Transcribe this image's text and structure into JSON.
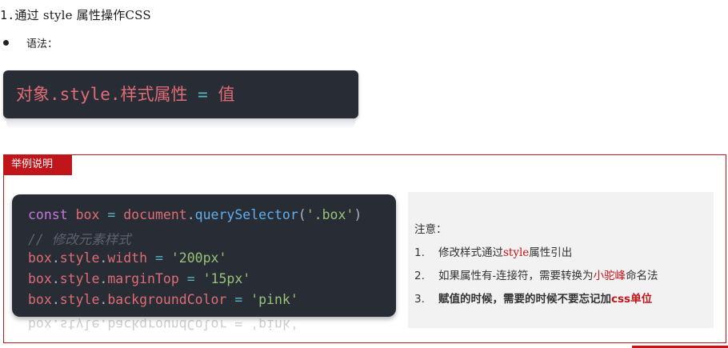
{
  "heading": {
    "number": "1.",
    "text": "通过 style 属性操作CSS"
  },
  "syntax_label": "语法：",
  "syntax": {
    "obj": "对象",
    "dot1": ".",
    "style": "style",
    "dot2": ".",
    "prop": "样式属性",
    "assign": " = ",
    "value": "值"
  },
  "example_tag": "举例说明",
  "code": {
    "line1": {
      "kw": "const",
      "var": " box",
      "op": " = ",
      "obj": "document",
      "dot": ".",
      "fn": "querySelector",
      "open": "(",
      "str": "'.box'",
      "close": ")"
    },
    "line2": "// 修改元素样式",
    "line3": {
      "obj": "box",
      "dot1": ".",
      "prop1": "style",
      "dot2": ".",
      "prop2": "width",
      "op": " = ",
      "str": "'200px'"
    },
    "line4": {
      "obj": "box",
      "dot1": ".",
      "prop1": "style",
      "dot2": ".",
      "prop2": "marginTop",
      "op": " = ",
      "str": "'15px'"
    },
    "line5": {
      "obj": "box",
      "dot1": ".",
      "prop1": "style",
      "dot2": ".",
      "prop2": "backgroundColor",
      "op": " = ",
      "str": "'pink'"
    },
    "reflection": "box.style.backgroundColor = 'pink'"
  },
  "notes": {
    "title": "注意：",
    "items": [
      {
        "idx": "1.",
        "pre": "修改样式通过",
        "hl": "style",
        "post": "属性引出"
      },
      {
        "idx": "2.",
        "pre": "如果属性有-连接符，需要转换为",
        "hl": "小驼峰",
        "post": "命名法"
      },
      {
        "idx": "3.",
        "pre": "赋值的时候，需要的时候不要忘记加",
        "hl": "css单位",
        "post": ""
      }
    ]
  },
  "colors": {
    "accent": "#c0151b",
    "code_bg": "#282c34"
  }
}
